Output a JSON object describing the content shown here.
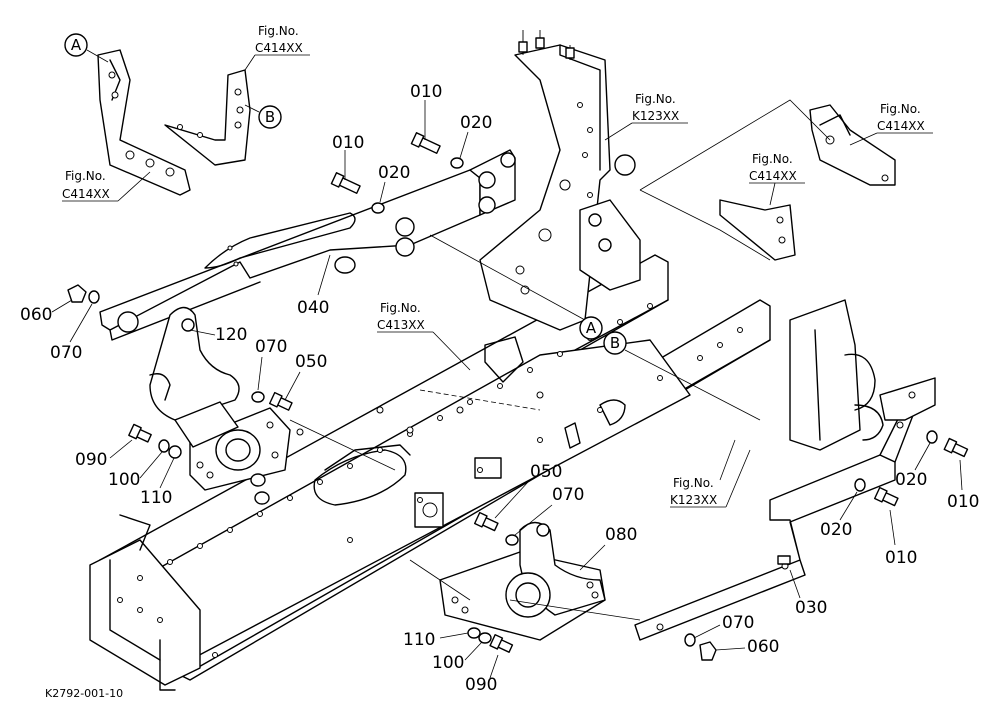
{
  "diagram": {
    "drawing_code": "K2792-001-10",
    "callouts": {
      "c_010_top_left": "010",
      "c_010_top_mid": "010",
      "c_020_top_left": "020",
      "c_020_top_mid": "020",
      "c_060_left": "060",
      "c_070_left": "070",
      "c_040": "040",
      "c_120": "120",
      "c_070_mid": "070",
      "c_050_left": "050",
      "c_090_left": "090",
      "c_100_left": "100",
      "c_110_left": "110",
      "c_050_mid": "050",
      "c_070_low": "070",
      "c_080": "080",
      "c_110_bottom": "110",
      "c_100_bottom": "100",
      "c_090_bottom": "090",
      "c_020_right_a": "020",
      "c_010_right_a": "010",
      "c_020_right_b": "020",
      "c_010_right_b": "010",
      "c_030": "030",
      "c_070_right": "070",
      "c_060_right": "060"
    },
    "fig_refs": {
      "fig_top_left": {
        "prefix": "Fig.No.",
        "code": "C414XX"
      },
      "fig_top_center": {
        "prefix": "Fig.No.",
        "code": "C414XX"
      },
      "fig_k123_top": {
        "prefix": "Fig.No.",
        "code": "K123XX"
      },
      "fig_top_right": {
        "prefix": "Fig.No.",
        "code": "C414XX"
      },
      "fig_right_mid": {
        "prefix": "Fig.No.",
        "code": "C414XX"
      },
      "fig_c413": {
        "prefix": "Fig.No.",
        "code": "C413XX"
      },
      "fig_k123_right": {
        "prefix": "Fig.No.",
        "code": "K123XX"
      }
    },
    "circle_markers": {
      "a_top": "A",
      "b_top": "B",
      "a_mid": "A",
      "b_mid": "B"
    }
  }
}
